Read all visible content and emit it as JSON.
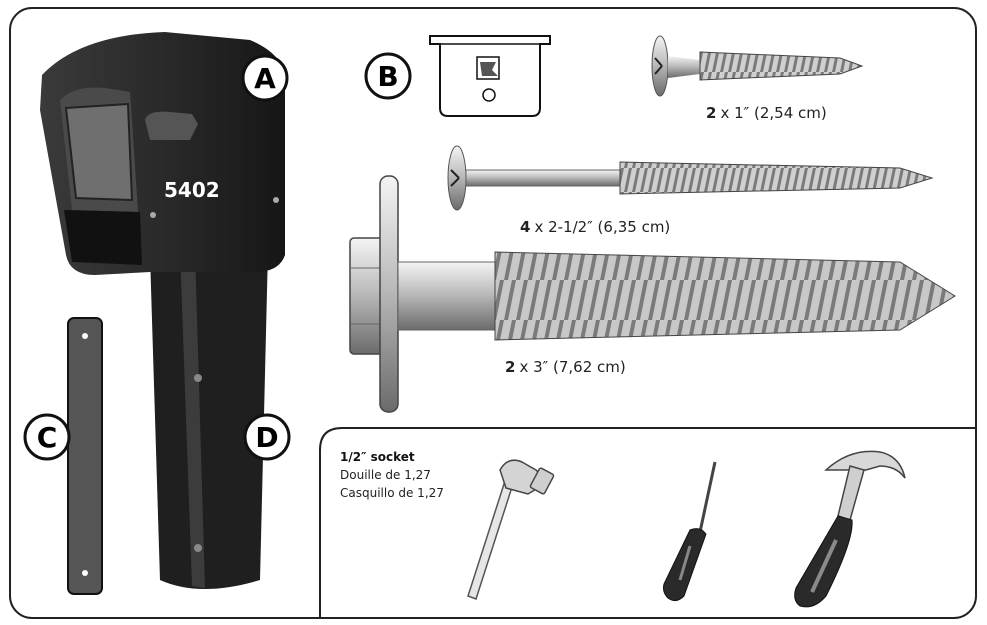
{
  "labels": {
    "a": "A",
    "b": "B",
    "c": "C",
    "d": "D"
  },
  "mailbox": {
    "house_number": "5402"
  },
  "screws": {
    "small": {
      "qty": "2",
      "size": "x 1″ (2,54 cm)"
    },
    "medium": {
      "qty": "4",
      "size": "x 2-1/2″ (6,35 cm)"
    },
    "lag": {
      "qty": "2",
      "size": "x 3″ (7,62 cm)"
    }
  },
  "tools": {
    "socket_title": "1/2″ socket",
    "socket_fr": "Douille de 1,27",
    "socket_es": "Casquillo de 1,27",
    "icons": [
      "ratchet-icon",
      "screwdriver-icon",
      "hammer-icon"
    ]
  },
  "colors": {
    "mailbox": "#2b2b2b",
    "bracket": "#555555",
    "outline": "#222222"
  }
}
